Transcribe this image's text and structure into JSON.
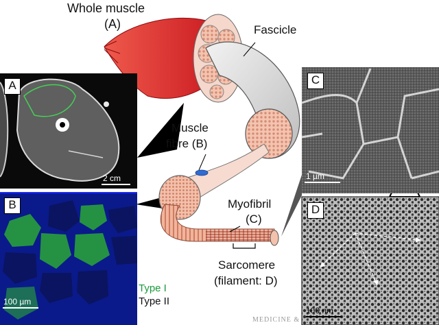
{
  "labels": {
    "whole_muscle": "Whole muscle",
    "whole_muscle_tag": "(A)",
    "fascicle": "Fascicle",
    "muscle_fibre": "Muscle",
    "muscle_fibre_2": "fibre (B)",
    "myofibril": "Myofibril",
    "myofibril_tag": "(C)",
    "sarcomere": "Sarcomere",
    "sarcomere_2": "(filament: D)"
  },
  "panels": {
    "a": {
      "letter": "A",
      "scale": "2 cm"
    },
    "b": {
      "letter": "B",
      "scale": "100 µm",
      "legend": [
        {
          "text": "Type I",
          "color": "#1a9a3a"
        },
        {
          "text": "Type II",
          "color": "#111111"
        }
      ]
    },
    "c": {
      "letter": "C",
      "scale": "1 µm"
    },
    "d": {
      "letter": "D",
      "scale": "100 nm"
    }
  },
  "watermark": "MEDICINE &",
  "colors": {
    "muscle_red": "#d9262b",
    "fascicle_pink": "#f0b9a3",
    "fibre_orange": "#eeb098",
    "sheath_gray": "#d8d8d8",
    "fibre_green": "#2aa836",
    "membrane_blue": "#1a2aff"
  }
}
